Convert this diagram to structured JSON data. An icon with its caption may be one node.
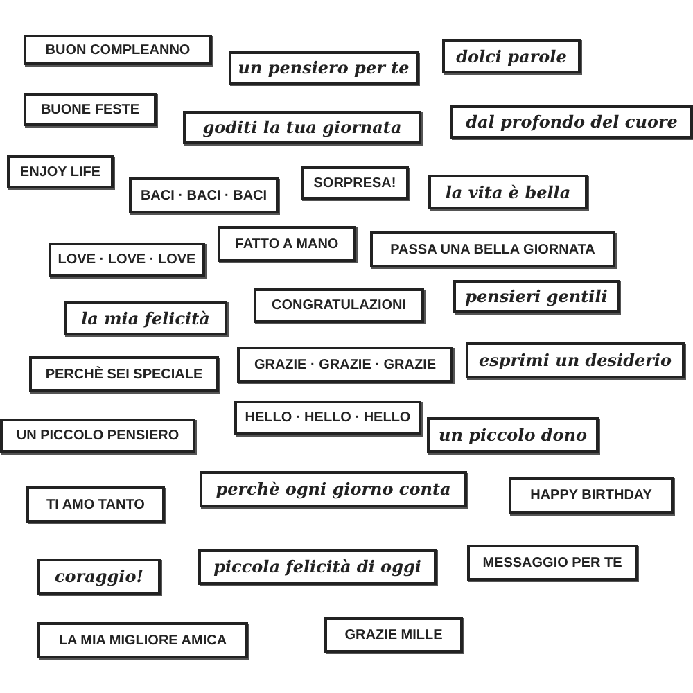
{
  "diagram": {
    "nodes": [
      {
        "text": [
          "BUON COMPLEANNO"
        ]
      },
      {
        "text": [
          "un pensiero per te"
        ]
      },
      {
        "text": [
          "dolci parole"
        ]
      },
      {
        "text": [
          "BUONE FESTE"
        ]
      },
      {
        "text": [
          "goditi la tua giornata"
        ]
      },
      {
        "text": [
          "dal profondo del cuore"
        ]
      },
      {
        "text": [
          "ENJOY LIFE"
        ]
      },
      {
        "text": [
          "BACI · BACI · BACI"
        ]
      },
      {
        "text": [
          "SORPRESA!"
        ]
      },
      {
        "text": [
          "la vita è bella"
        ]
      },
      {
        "text": [
          "FATTO A MANO"
        ]
      },
      {
        "text": [
          "PASSA UNA BELLA GIORNATA"
        ]
      },
      {
        "text": [
          "LOVE · LOVE · LOVE"
        ]
      },
      {
        "text": [
          "pensieri gentili"
        ]
      },
      {
        "text": [
          "CONGRATULAZIONI"
        ]
      },
      {
        "text": [
          "la mia felicità"
        ]
      },
      {
        "text": [
          "esprimi un desiderio"
        ]
      },
      {
        "text": [
          "GRAZIE · GRAZIE · GRAZIE"
        ]
      },
      {
        "text": [
          "PERCHÈ SEI SPECIALE"
        ]
      },
      {
        "text": [
          "HELLO · HELLO · HELLO"
        ]
      },
      {
        "text": [
          "UN PICCOLO PENSIERO"
        ]
      },
      {
        "text": [
          "un piccolo dono"
        ]
      },
      {
        "text": [
          "perchè ogni giorno conta"
        ]
      },
      {
        "text": [
          "HAPPY BIRTHDAY"
        ]
      },
      {
        "text": [
          "TI AMO TANTO"
        ]
      },
      {
        "text": [
          "MESSAGGIO PER TE"
        ]
      },
      {
        "text": [
          "piccola felicità di oggi"
        ]
      },
      {
        "text": [
          "coraggio!"
        ]
      },
      {
        "text": [
          "GRAZIE MILLE"
        ]
      },
      {
        "text": [
          "LA MIA MIGLIORE AMICA"
        ]
      }
    ]
  }
}
